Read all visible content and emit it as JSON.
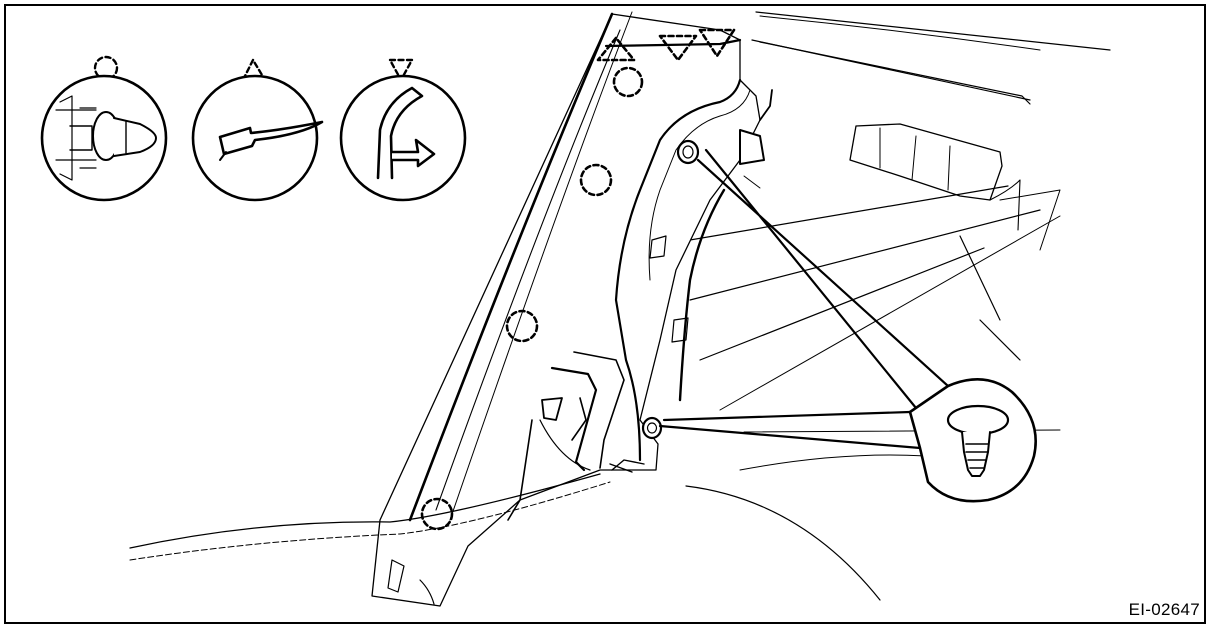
{
  "figure_id": "EI-02647",
  "colors": {
    "line": "#000000",
    "background": "#ffffff"
  },
  "legend": [
    {
      "symbol": "circle",
      "icon": "clip-icon"
    },
    {
      "symbol": "triangle",
      "icon": "hook-icon"
    },
    {
      "symbol": "inverted-triangle",
      "icon": "claw-icon"
    }
  ]
}
